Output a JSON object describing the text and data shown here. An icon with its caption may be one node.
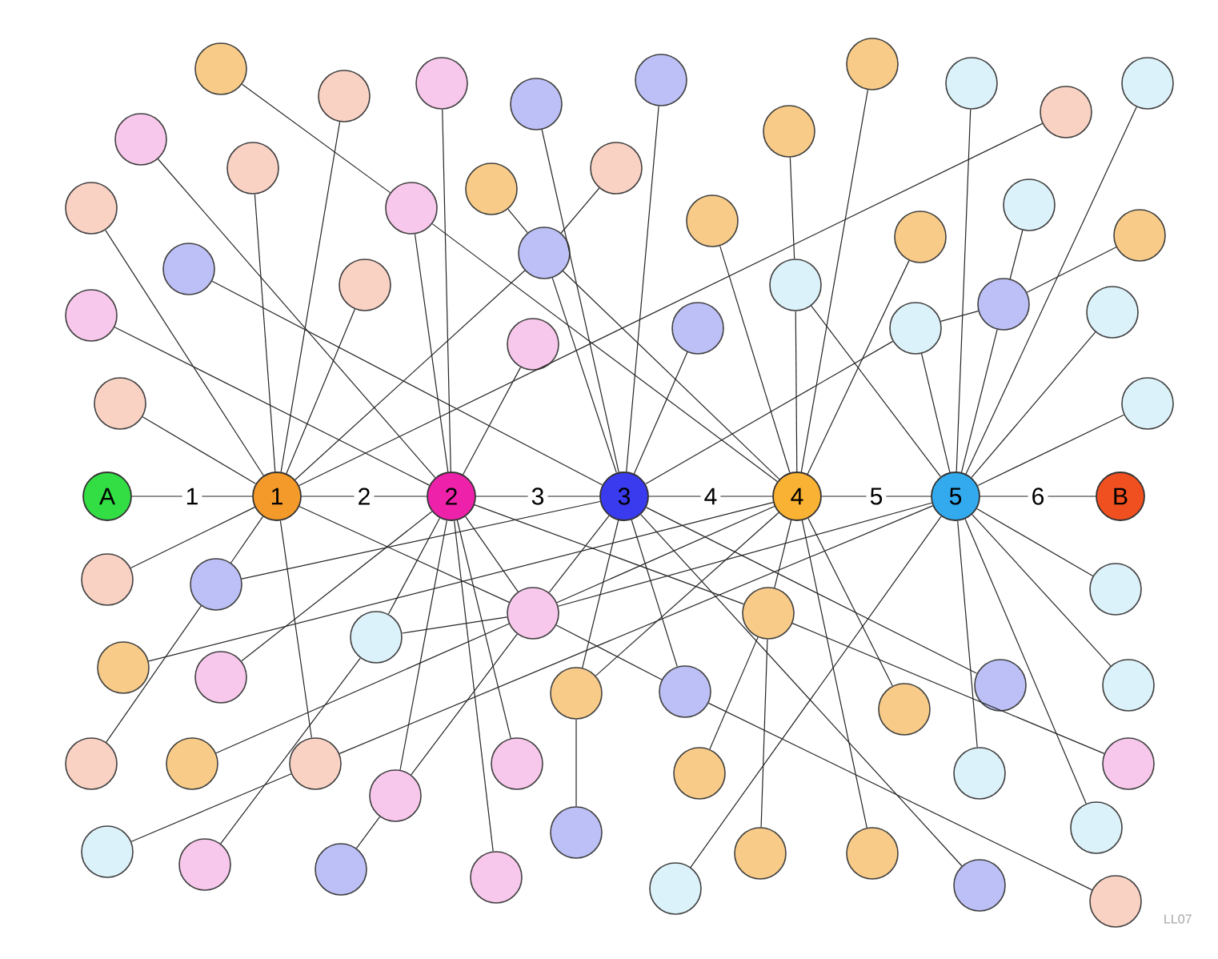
{
  "diagram": {
    "nodes": [
      {
        "text": [
          "A"
        ]
      },
      {
        "text": [
          "1"
        ]
      },
      {
        "text": [
          "2"
        ]
      },
      {
        "text": [
          "3"
        ]
      },
      {
        "text": [
          "4"
        ]
      },
      {
        "text": [
          "5"
        ]
      },
      {
        "text": [
          "B"
        ]
      },
      {
        "text": [],
        "shape": "circle"
      },
      {
        "text": [],
        "shape": "circle"
      },
      {
        "text": [],
        "shape": "circle"
      },
      {
        "text": [],
        "shape": "circle"
      },
      {
        "text": [],
        "shape": "circle"
      },
      {
        "text": [],
        "shape": "circle"
      },
      {
        "text": [],
        "shape": "circle"
      },
      {
        "text": [],
        "shape": "circle"
      },
      {
        "text": [],
        "shape": "circle"
      },
      {
        "text": [],
        "shape": "circle"
      },
      {
        "text": [],
        "shape": "circle"
      },
      {
        "text": [],
        "shape": "circle"
      },
      {
        "text": [],
        "shape": "circle"
      },
      {
        "text": [],
        "shape": "circle"
      },
      {
        "text": [],
        "shape": "circle"
      },
      {
        "text": [],
        "shape": "circle"
      },
      {
        "text": [],
        "shape": "circle"
      },
      {
        "text": [],
        "shape": "circle"
      },
      {
        "text": [],
        "shape": "circle"
      },
      {
        "text": [],
        "shape": "circle"
      },
      {
        "text": [],
        "shape": "circle"
      },
      {
        "text": [],
        "shape": "circle"
      },
      {
        "text": [],
        "shape": "circle"
      },
      {
        "text": [],
        "shape": "circle"
      },
      {
        "text": [],
        "shape": "circle"
      },
      {
        "text": [],
        "shape": "circle"
      },
      {
        "text": [],
        "shape": "circle"
      },
      {
        "text": [],
        "shape": "circle"
      },
      {
        "text": [],
        "shape": "circle"
      },
      {
        "text": [],
        "shape": "circle"
      },
      {
        "text": [],
        "shape": "circle"
      },
      {
        "text": [],
        "shape": "circle"
      },
      {
        "text": [],
        "shape": "circle"
      },
      {
        "text": [],
        "shape": "circle"
      },
      {
        "text": [],
        "shape": "circle"
      },
      {
        "text": [],
        "shape": "circle"
      },
      {
        "text": [],
        "shape": "circle"
      },
      {
        "text": [],
        "shape": "circle"
      },
      {
        "text": [],
        "shape": "circle"
      },
      {
        "text": [],
        "shape": "circle"
      },
      {
        "text": [],
        "shape": "circle"
      },
      {
        "text": [],
        "shape": "circle"
      },
      {
        "text": [],
        "shape": "circle"
      },
      {
        "text": [],
        "shape": "circle"
      },
      {
        "text": [],
        "shape": "circle"
      },
      {
        "text": [],
        "shape": "circle"
      },
      {
        "text": [],
        "shape": "circle"
      },
      {
        "text": [],
        "shape": "circle"
      },
      {
        "text": [],
        "shape": "circle"
      },
      {
        "text": [],
        "shape": "circle"
      },
      {
        "text": [],
        "shape": "circle"
      },
      {
        "text": [],
        "shape": "circle"
      },
      {
        "text": [],
        "shape": "circle"
      },
      {
        "text": [],
        "shape": "circle"
      },
      {
        "text": [],
        "shape": "circle"
      },
      {
        "text": [],
        "shape": "circle"
      },
      {
        "text": [],
        "shape": "circle"
      },
      {
        "text": [],
        "shape": "circle"
      },
      {
        "text": [],
        "shape": "circle"
      },
      {
        "text": [],
        "shape": "circle"
      },
      {
        "text": [],
        "shape": "circle"
      },
      {
        "text": [],
        "shape": "circle"
      },
      {
        "text": [],
        "shape": "circle"
      },
      {
        "text": [],
        "shape": "circle"
      }
    ],
    "edges": [
      {
        "from": 0,
        "to": 1,
        "arrow": "none",
        "label": "1"
      },
      {
        "from": 1,
        "to": 2,
        "arrow": "none",
        "label": "2"
      },
      {
        "from": 2,
        "to": 3,
        "arrow": "none",
        "label": "3"
      },
      {
        "from": 3,
        "to": 4,
        "arrow": "none",
        "label": "4"
      },
      {
        "from": 4,
        "to": 5,
        "arrow": "none",
        "label": "5"
      },
      {
        "from": 5,
        "to": 6,
        "arrow": "none",
        "label": "6"
      },
      {
        "from": 7,
        "to": 4,
        "arrow": "none"
      },
      {
        "from": 8,
        "to": 22,
        "arrow": "none"
      },
      {
        "from": 9,
        "to": 2,
        "arrow": "none"
      },
      {
        "from": 10,
        "to": 3,
        "arrow": "none"
      },
      {
        "from": 11,
        "to": 5,
        "arrow": "none"
      },
      {
        "from": 12,
        "to": 5,
        "arrow": "none"
      },
      {
        "from": 13,
        "to": 1,
        "arrow": "none"
      },
      {
        "from": 14,
        "to": 3,
        "arrow": "none"
      },
      {
        "from": 15,
        "to": 1,
        "arrow": "none"
      },
      {
        "from": 16,
        "to": 29,
        "arrow": "none"
      },
      {
        "from": 17,
        "to": 2,
        "arrow": "none"
      },
      {
        "from": 18,
        "to": 27,
        "arrow": "none"
      },
      {
        "from": 19,
        "to": 1,
        "arrow": "none"
      },
      {
        "from": 20,
        "to": 27,
        "arrow": "none"
      },
      {
        "from": 21,
        "to": 31,
        "arrow": "none"
      },
      {
        "from": 22,
        "to": 2,
        "arrow": "none"
      },
      {
        "from": 23,
        "to": 1,
        "arrow": "none"
      },
      {
        "from": 24,
        "to": 4,
        "arrow": "none"
      },
      {
        "from": 25,
        "to": 31,
        "arrow": "none"
      },
      {
        "from": 26,
        "to": 4,
        "arrow": "none"
      },
      {
        "from": 27,
        "to": 3,
        "arrow": "none"
      },
      {
        "from": 28,
        "to": 3,
        "arrow": "none"
      },
      {
        "from": 29,
        "to": 5,
        "arrow": "none"
      },
      {
        "from": 30,
        "to": 1,
        "arrow": "none"
      },
      {
        "from": 31,
        "to": 34,
        "arrow": "none"
      },
      {
        "from": 31,
        "to": 5,
        "arrow": "none"
      },
      {
        "from": 32,
        "to": 5,
        "arrow": "none"
      },
      {
        "from": 33,
        "to": 2,
        "arrow": "none"
      },
      {
        "from": 34,
        "to": 5,
        "arrow": "none"
      },
      {
        "from": 35,
        "to": 3,
        "arrow": "none"
      },
      {
        "from": 36,
        "to": 2,
        "arrow": "none"
      },
      {
        "from": 37,
        "to": 1,
        "arrow": "none"
      },
      {
        "from": 38,
        "to": 5,
        "arrow": "none"
      },
      {
        "from": 39,
        "to": 1,
        "arrow": "none"
      },
      {
        "from": 40,
        "to": 3,
        "arrow": "none"
      },
      {
        "from": 41,
        "to": 5,
        "arrow": "none"
      },
      {
        "from": 42,
        "to": 4,
        "arrow": "none"
      },
      {
        "from": 43,
        "to": 2,
        "arrow": "none"
      },
      {
        "from": 44,
        "to": 43,
        "arrow": "none"
      },
      {
        "from": 45,
        "to": 4,
        "arrow": "none"
      },
      {
        "from": 46,
        "to": 2,
        "arrow": "none"
      },
      {
        "from": 47,
        "to": 3,
        "arrow": "none"
      },
      {
        "from": 48,
        "to": 3,
        "arrow": "none"
      },
      {
        "from": 49,
        "to": 5,
        "arrow": "none"
      },
      {
        "from": 50,
        "to": 4,
        "arrow": "none"
      },
      {
        "from": 51,
        "to": 4,
        "arrow": "none"
      },
      {
        "from": 52,
        "to": 40,
        "arrow": "none"
      },
      {
        "from": 53,
        "to": 43,
        "arrow": "none"
      },
      {
        "from": 54,
        "to": 1,
        "arrow": "none"
      },
      {
        "from": 55,
        "to": 2,
        "arrow": "none"
      },
      {
        "from": 56,
        "to": 5,
        "arrow": "none"
      },
      {
        "from": 57,
        "to": 42,
        "arrow": "none"
      },
      {
        "from": 58,
        "to": 42,
        "arrow": "none"
      },
      {
        "from": 59,
        "to": 2,
        "arrow": "none"
      },
      {
        "from": 60,
        "to": 5,
        "arrow": "none"
      },
      {
        "from": 61,
        "to": 50,
        "arrow": "none"
      },
      {
        "from": 62,
        "to": 54,
        "arrow": "none"
      },
      {
        "from": 63,
        "to": 42,
        "arrow": "none"
      },
      {
        "from": 64,
        "to": 4,
        "arrow": "none"
      },
      {
        "from": 65,
        "to": 44,
        "arrow": "none"
      },
      {
        "from": 66,
        "to": 59,
        "arrow": "none"
      },
      {
        "from": 67,
        "to": 2,
        "arrow": "none"
      },
      {
        "from": 68,
        "to": 3,
        "arrow": "none"
      },
      {
        "from": 69,
        "to": 5,
        "arrow": "none"
      },
      {
        "from": 70,
        "to": 47,
        "arrow": "none"
      },
      {
        "from": 22,
        "to": 4,
        "arrow": "none"
      },
      {
        "from": 29,
        "to": 4,
        "arrow": "none"
      },
      {
        "from": 27,
        "to": 1,
        "arrow": "none"
      },
      {
        "from": 27,
        "to": 4,
        "arrow": "none"
      },
      {
        "from": 34,
        "to": 3,
        "arrow": "none"
      },
      {
        "from": 43,
        "to": 5,
        "arrow": "none"
      },
      {
        "from": 40,
        "to": 1,
        "arrow": "none"
      },
      {
        "from": 43,
        "to": 4,
        "arrow": "none"
      },
      {
        "from": 42,
        "to": 2,
        "arrow": "none"
      },
      {
        "from": 50,
        "to": 3,
        "arrow": "none"
      },
      {
        "from": 54,
        "to": 5,
        "arrow": "none"
      },
      {
        "from": 44,
        "to": 2,
        "arrow": "none"
      },
      {
        "from": 59,
        "to": 43,
        "arrow": "none"
      },
      {
        "from": 43,
        "to": 3,
        "arrow": "none"
      },
      {
        "from": 47,
        "to": 43,
        "arrow": "none"
      },
      {
        "from": 43,
        "to": 1,
        "arrow": "none"
      }
    ],
    "labels": [
      "LL07"
    ]
  }
}
